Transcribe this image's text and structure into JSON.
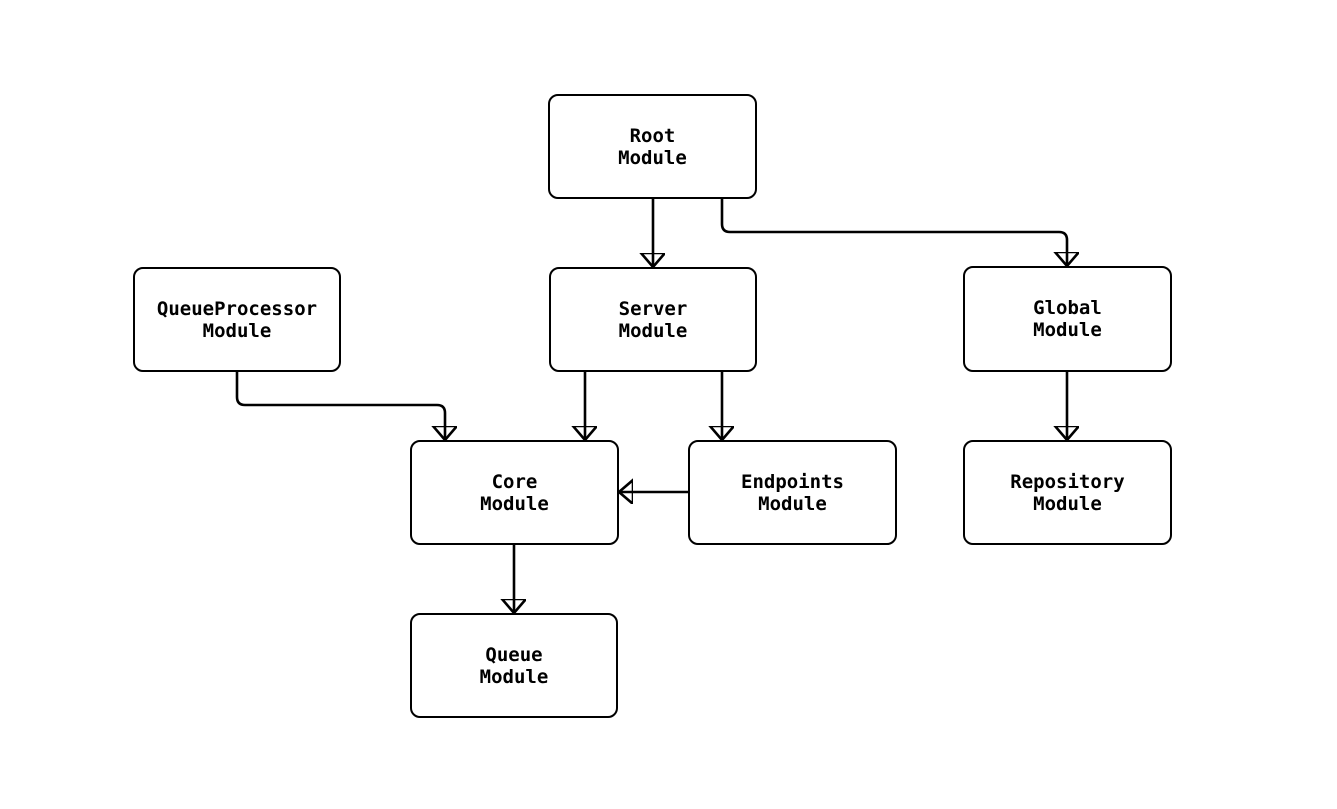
{
  "diagram": {
    "title": "",
    "type": "module-dependency-diagram",
    "colors": {
      "background": "#ffffff",
      "node_fill": "#ffffff",
      "stroke": "#000000",
      "text": "#000000"
    },
    "nodes": [
      {
        "id": "root",
        "label": "Root\nModule"
      },
      {
        "id": "queueprocessor",
        "label": "QueueProcessor\nModule"
      },
      {
        "id": "server",
        "label": "Server\nModule"
      },
      {
        "id": "global",
        "label": "Global\nModule"
      },
      {
        "id": "core",
        "label": "Core\nModule"
      },
      {
        "id": "endpoints",
        "label": "Endpoints\nModule"
      },
      {
        "id": "repository",
        "label": "Repository\nModule"
      },
      {
        "id": "queue",
        "label": "Queue\nModule"
      }
    ],
    "edges": [
      {
        "from": "root",
        "to": "server"
      },
      {
        "from": "root",
        "to": "global"
      },
      {
        "from": "queueprocessor",
        "to": "core"
      },
      {
        "from": "server",
        "to": "core"
      },
      {
        "from": "server",
        "to": "endpoints"
      },
      {
        "from": "endpoints",
        "to": "core"
      },
      {
        "from": "global",
        "to": "repository"
      },
      {
        "from": "core",
        "to": "queue"
      }
    ]
  }
}
